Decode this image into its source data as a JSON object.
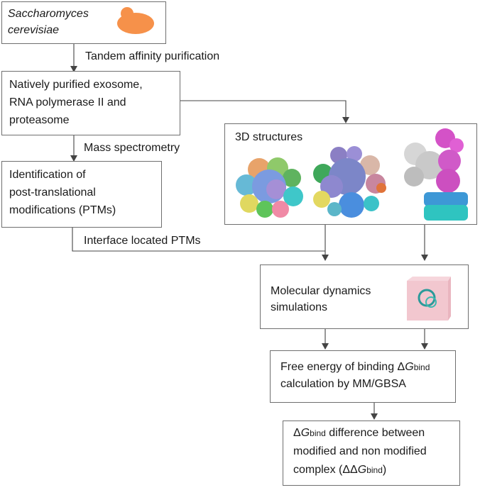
{
  "organism": {
    "line1": "Saccharomyces",
    "line2": "cerevisiae"
  },
  "labels": {
    "tap": "Tandem affinity purification",
    "ms": "Mass spectrometry",
    "interface": "Interface located PTMs"
  },
  "boxes": {
    "purified": {
      "line1": "Natively purified exosome,",
      "line2": "RNA polymerase II and",
      "line3": "proteasome"
    },
    "ptm": {
      "line1": "Identification of",
      "line2": "post-translational",
      "line3": "modifications (PTMs)"
    },
    "structures": {
      "title": "3D structures"
    },
    "md": {
      "line1": "Molecular dynamics",
      "line2": "simulations"
    },
    "free_energy": {
      "line1a": "Free energy of binding Δ",
      "line1b": "G",
      "line1c": "bind",
      "line2": "calculation by MM/GBSA"
    },
    "ddg": {
      "line1a": "Δ",
      "line1b": "G",
      "line1c": "bind",
      "line1d": " difference between",
      "line2": "modified and non modified",
      "line3a": "complex (ΔΔ",
      "line3b": "G",
      "line3c": "bind",
      "line3d": ")"
    }
  },
  "colors": {
    "yeast": "#f6914a",
    "border": "#6f6f6f",
    "arrow": "#444444"
  }
}
